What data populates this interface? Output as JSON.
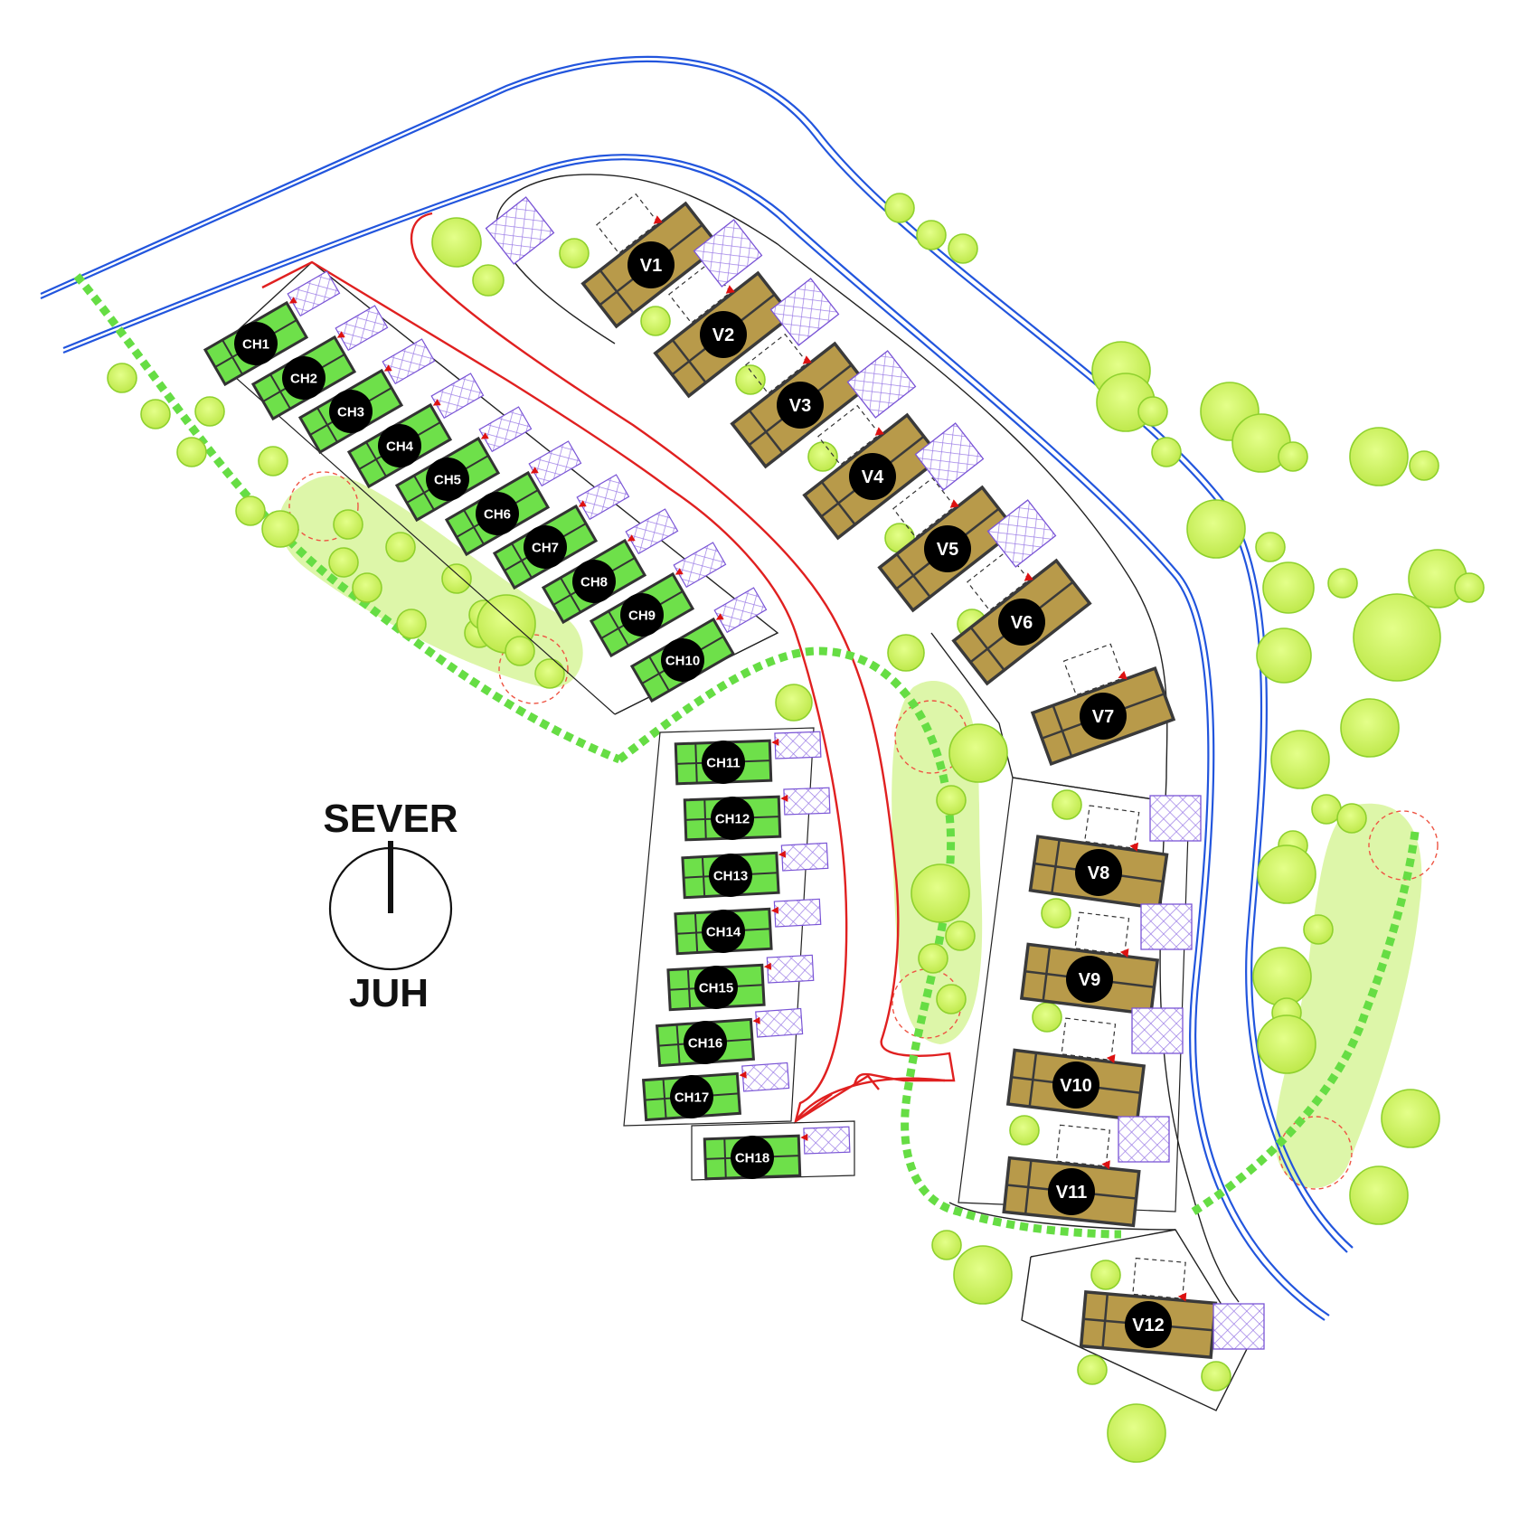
{
  "compass": {
    "north_label": "SEVER",
    "south_label": "JUH"
  },
  "colors": {
    "tree": "#c9f05a",
    "tree_edge": "#8fd12e",
    "green_zone": "#d7f59a",
    "path": "#66dd44",
    "road_outer": "#2255dd",
    "access_road": "#e02020",
    "chalet_fill": "#6ee04a",
    "villa_fill": "#b89a4a",
    "parking_hatch": "#8866dd",
    "entrance_marker": "#dd1111",
    "label_bg": "#000000",
    "label_text": "#ffffff"
  },
  "chalets": [
    {
      "id": "CH1",
      "label": "CH1"
    },
    {
      "id": "CH2",
      "label": "CH2"
    },
    {
      "id": "CH3",
      "label": "CH3"
    },
    {
      "id": "CH4",
      "label": "CH4"
    },
    {
      "id": "CH5",
      "label": "CH5"
    },
    {
      "id": "CH6",
      "label": "CH6"
    },
    {
      "id": "CH7",
      "label": "CH7"
    },
    {
      "id": "CH8",
      "label": "CH8"
    },
    {
      "id": "CH9",
      "label": "CH9"
    },
    {
      "id": "CH10",
      "label": "CH10"
    },
    {
      "id": "CH11",
      "label": "CH11"
    },
    {
      "id": "CH12",
      "label": "CH12"
    },
    {
      "id": "CH13",
      "label": "CH13"
    },
    {
      "id": "CH14",
      "label": "CH14"
    },
    {
      "id": "CH15",
      "label": "CH15"
    },
    {
      "id": "CH16",
      "label": "CH16"
    },
    {
      "id": "CH17",
      "label": "CH17"
    },
    {
      "id": "CH18",
      "label": "CH18"
    }
  ],
  "villas": [
    {
      "id": "V1",
      "label": "V1"
    },
    {
      "id": "V2",
      "label": "V2"
    },
    {
      "id": "V3",
      "label": "V3"
    },
    {
      "id": "V4",
      "label": "V4"
    },
    {
      "id": "V5",
      "label": "V5"
    },
    {
      "id": "V6",
      "label": "V6"
    },
    {
      "id": "V7",
      "label": "V7"
    },
    {
      "id": "V8",
      "label": "V8"
    },
    {
      "id": "V9",
      "label": "V9"
    },
    {
      "id": "V10",
      "label": "V10"
    },
    {
      "id": "V11",
      "label": "V11"
    },
    {
      "id": "V12",
      "label": "V12"
    }
  ]
}
